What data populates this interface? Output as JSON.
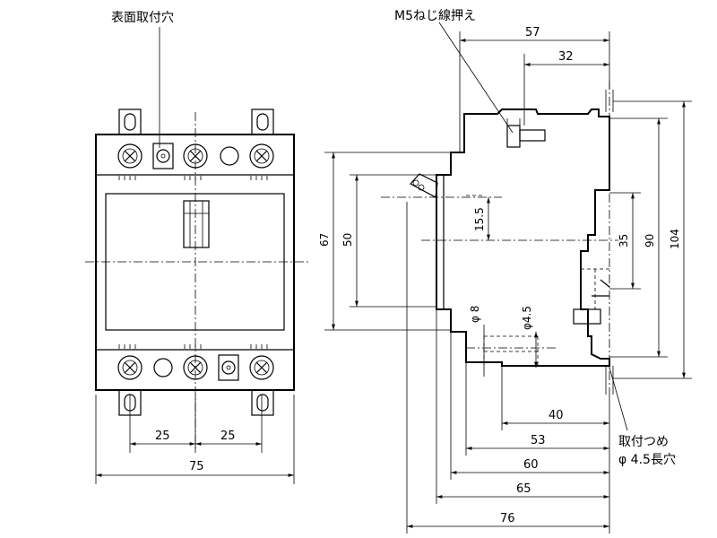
{
  "labels": {
    "surface_mount_hole": "表面取付穴",
    "m5_screw": "M5ねじ線押え",
    "mount_claw_line1": "取付つめ",
    "mount_claw_line2": "φ 4.5長穴"
  },
  "dimensions": {
    "d57": "57",
    "d32": "32",
    "d67": "67",
    "d50": "50",
    "d15_5": "15.5",
    "d35": "35",
    "d90": "90",
    "d104": "104",
    "phi8": "φ 8",
    "phi4_5": "φ4.5",
    "d40": "40",
    "d53": "53",
    "d60": "60",
    "d65": "65",
    "d76": "76",
    "d25a": "25",
    "d25b": "25",
    "d75": "75"
  }
}
